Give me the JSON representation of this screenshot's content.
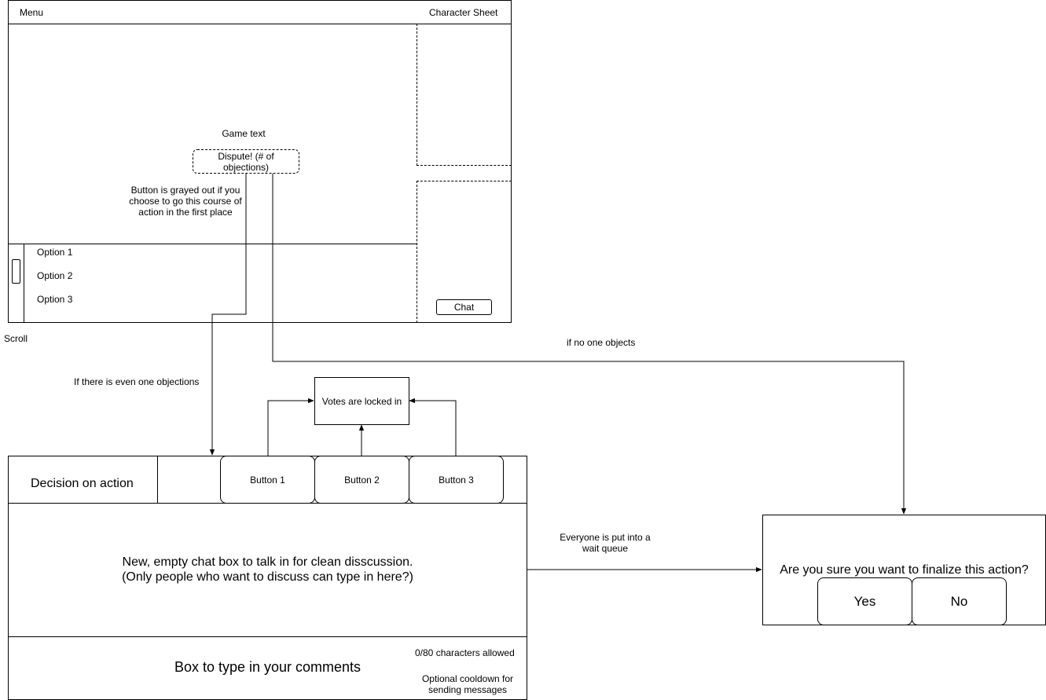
{
  "game_screen": {
    "menu_label": "Menu",
    "character_sheet_label": "Character Sheet",
    "game_text": "Game text",
    "dispute_button": "Dispute! (# of objections)",
    "dispute_note": "Button is grayed out if you choose to go this course of action in the first place",
    "options": [
      "Option 1",
      "Option 2",
      "Option 3"
    ],
    "chat_button": "Chat",
    "scroll_label": "Scroll"
  },
  "flow_labels": {
    "objection": "If there is even one objections",
    "no_objection": "if no one objects",
    "wait_queue": "Everyone is put into a wait queue"
  },
  "votes_box": "Votes are locked in",
  "decision_panel": {
    "title": "Decision on action",
    "buttons": [
      "Button 1",
      "Button 2",
      "Button 3"
    ],
    "chat_box_line1": "New, empty chat box to talk in for clean disscussion.",
    "chat_box_line2": "(Only people who want to discuss can type in here?)",
    "comment_box": "Box to type in your comments",
    "char_limit": "0/80 characters allowed",
    "cooldown_note": "Optional cooldown for sending messages"
  },
  "confirm_dialog": {
    "question": "Are you sure you want to finalize this action?",
    "yes": "Yes",
    "no": "No"
  }
}
